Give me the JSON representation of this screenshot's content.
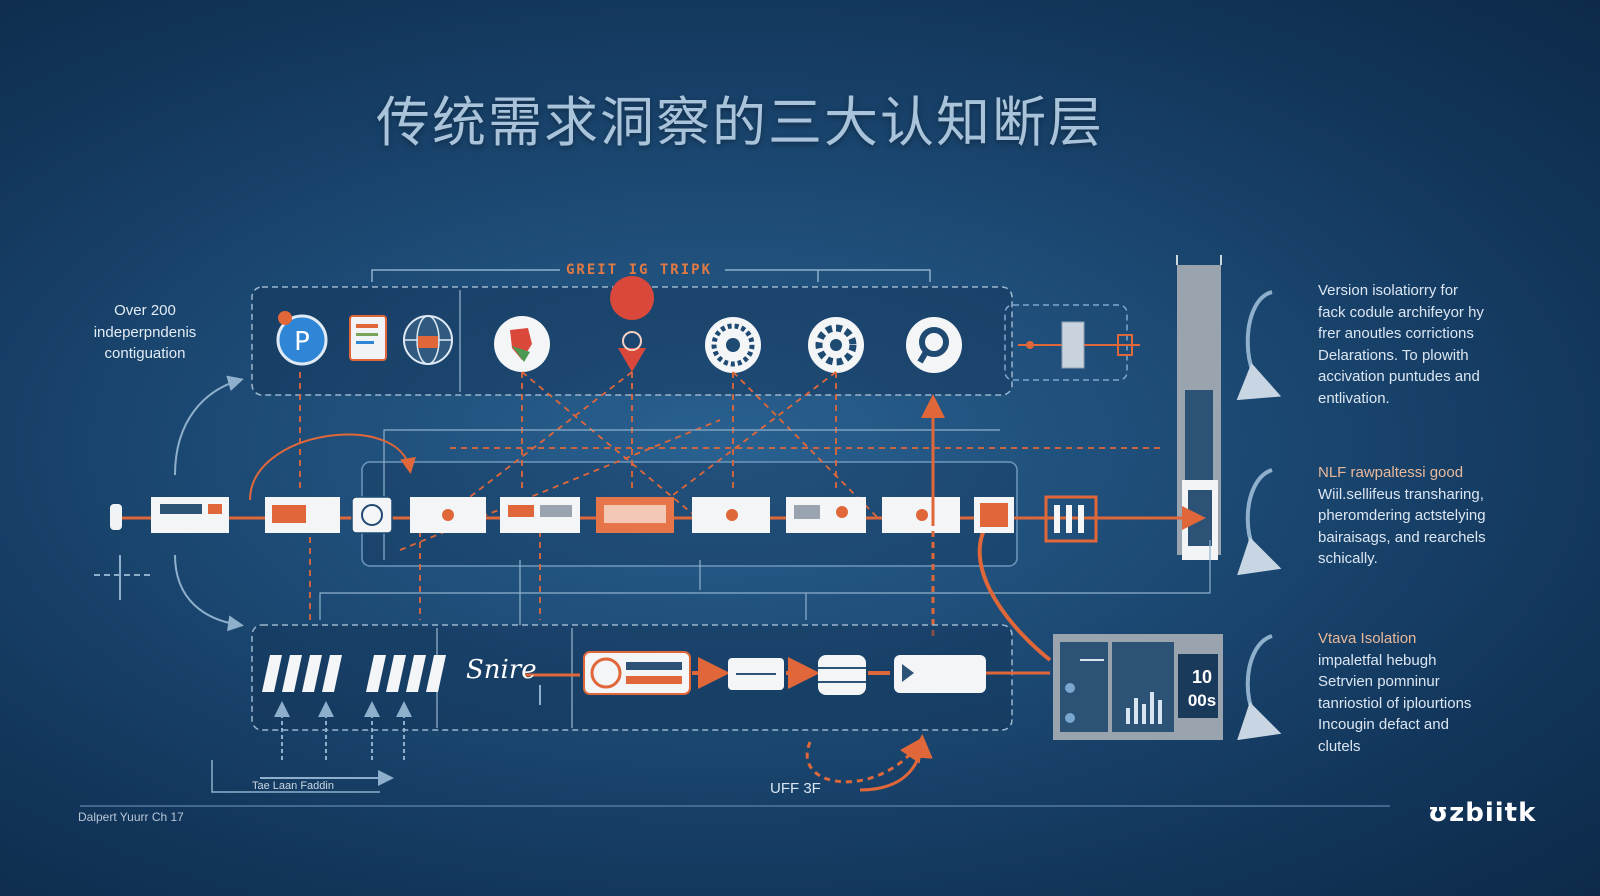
{
  "title": "传统需求洞察的三大认知断层",
  "banner_label": "GREIT IG TRIPK",
  "left_note": [
    "Over 200",
    "indeperpndenis",
    "contiguation"
  ],
  "right_notes": [
    {
      "highlight": "",
      "lines": [
        "Version isolatiorry for",
        "fack codule archifeyor hy",
        "frer anoutles corrictions",
        "Delarations. To plowith",
        "accivation puntudes and",
        "entlivation."
      ]
    },
    {
      "highlight": "NLF",
      "lines": [
        "NLF rawpaltessi good",
        "Wiil.sellifeus transharing,",
        "pheromdering actstelying",
        "bairaisags, and rearchels",
        "schically."
      ]
    },
    {
      "highlight": "Vtava",
      "lines": [
        "Vtava Isolation",
        "impaletfal hebugh",
        "Setrvien pomninur",
        "tanriostiol of iplourtions",
        "Incougin defact and",
        "clutels"
      ]
    }
  ],
  "flow_label": "Tae Laan Faddin",
  "bottom_label": "UFF 3F",
  "script_label": "Snire",
  "counter": {
    "top": "10",
    "bottom": "00s"
  },
  "footer_left": "Dalpert Yuurr Ch 17",
  "logo": "ʊzbiitk",
  "colors": {
    "accent": "#e0673a",
    "line": "#8fb0cc",
    "panel_border": "#9bb6cf",
    "white": "#ffffff",
    "gray_bar": "#9aa4ae"
  }
}
